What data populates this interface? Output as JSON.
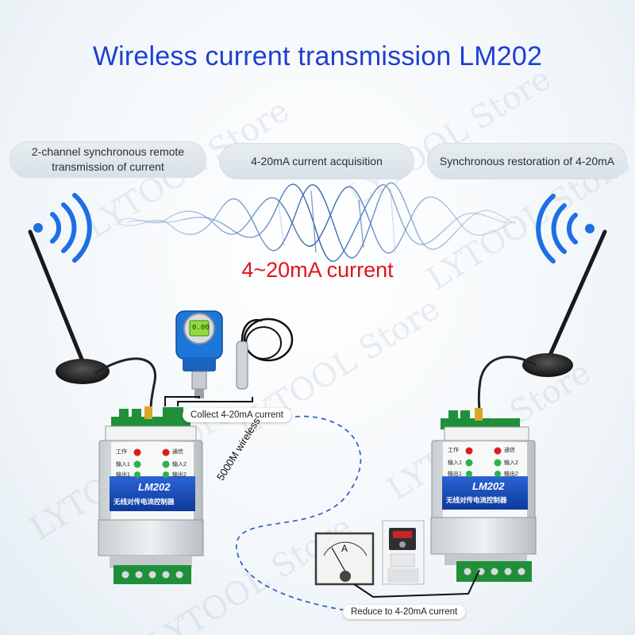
{
  "title": "Wireless current transmission LM202",
  "features": [
    "2-channel synchronous remote transmission of current",
    "4-20mA current acquisition",
    "Synchronous restoration of 4-20mA"
  ],
  "current_label": "4~20mA current",
  "callouts": {
    "collect": "Collect 4-20mA current",
    "reduce": "Reduce to 4-20mA current"
  },
  "wireless_label": "5000M wireless",
  "watermark": "LYTOOL Store",
  "device": {
    "model": "LM202",
    "name_cn": "无线对传电流控制器",
    "labels": {
      "work": "工作",
      "comm": "通信",
      "in1": "输入1",
      "in2": "输入2",
      "out1": "输出1",
      "out2": "输出2"
    }
  },
  "gauge_display": "0.00",
  "meter_letter": "A",
  "colors": {
    "title": "#1f3fd0",
    "current": "#e0151c",
    "wifi": "#1e6fe6",
    "device_green": "#1f8f3a",
    "device_blue": "#1848b5"
  }
}
